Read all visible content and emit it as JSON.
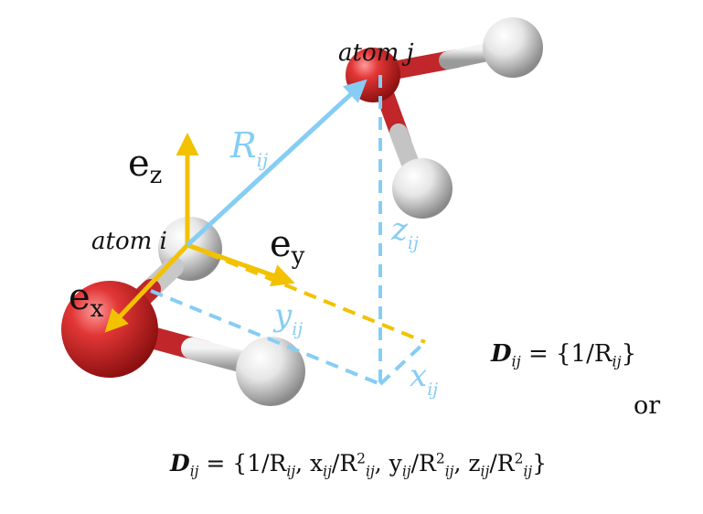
{
  "labels": {
    "atom_i": "atom i",
    "atom_j": "atom j",
    "ex_base": "e",
    "ex_sub": "x",
    "ey_base": "e",
    "ey_sub": "y",
    "ez_base": "e",
    "ez_sub": "z",
    "R_base": "R",
    "R_sub": "ij",
    "x_base": "x",
    "x_sub": "ij",
    "y_base": "y",
    "y_sub": "ij",
    "z_base": "z",
    "z_sub": "ij"
  },
  "equations": {
    "eq1": {
      "lhs": "D",
      "lhs_sub": "ij",
      "rhs": "= {1/R",
      "rhs_sub": "ij",
      "rhs_end": "}"
    },
    "or": "or",
    "eq2": {
      "lhs": "D",
      "lhs_sub": "ij",
      "p1": "= {1/R",
      "p1_sub": "ij",
      "p2": ", x",
      "p2_sub": "ij",
      "p3": "/R",
      "p3_sup": "2",
      "p3_sub": "ij",
      "p4": ", y",
      "p4_sub": "ij",
      "p5": "/R",
      "p5_sup": "2",
      "p5_sub": "ij",
      "p6": ", z",
      "p6_sub": "ij",
      "p7": "/R",
      "p7_sup": "2",
      "p7_sub": "ij",
      "end": "}"
    }
  },
  "colors": {
    "oxygen": "#d42a2a",
    "hydrogen": "#e8e8e8",
    "bond_red": "#c0262a",
    "bond_gray": "#b9b9b9",
    "axis_yellow": "#f2c200",
    "vector_blue": "#86cdf4",
    "text": "#111111"
  }
}
